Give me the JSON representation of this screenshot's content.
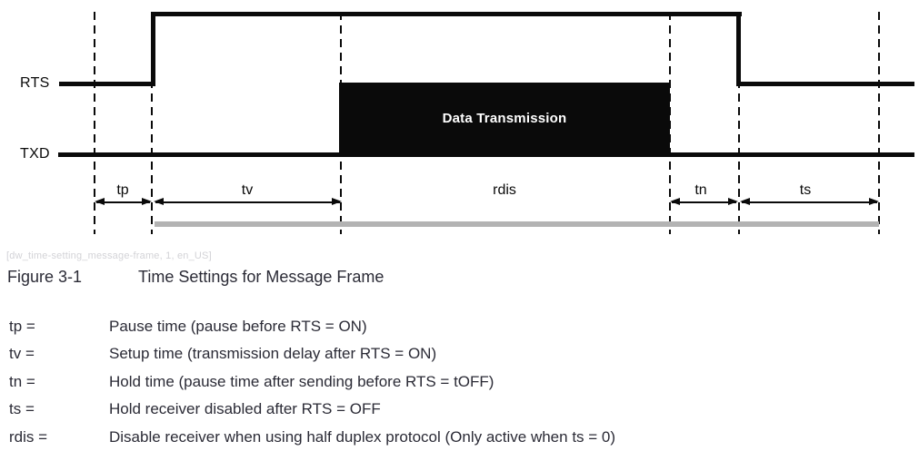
{
  "diagram": {
    "signal_labels": {
      "rts": "RTS",
      "txd": "TXD"
    },
    "data_box_label": "Data Transmission",
    "intervals": {
      "tp": "tp",
      "tv": "tv",
      "rdis": "rdis",
      "tn": "tn",
      "ts": "ts"
    }
  },
  "tag_line": "[dw_time-setting_message-frame, 1, en_US]",
  "caption": {
    "label": "Figure 3-1",
    "title": "Time Settings for Message Frame"
  },
  "definitions": [
    {
      "term": "tp =",
      "description": "Pause time (pause before RTS = ON)"
    },
    {
      "term": "tv =",
      "description": "Setup time (transmission delay after RTS = ON)"
    },
    {
      "term": "tn =",
      "description": "Hold time (pause time after sending before RTS = tOFF)"
    },
    {
      "term": "ts =",
      "description": "Hold receiver disabled after RTS = OFF"
    },
    {
      "term": "rdis =",
      "description": "Disable receiver when using half duplex protocol (Only active when ts = 0)"
    }
  ],
  "colors": {
    "line": "#0a0a0a",
    "gray_bar": "#b3b3b3",
    "text": "#2b2b36",
    "faint_tag": "#d3d3d7"
  }
}
